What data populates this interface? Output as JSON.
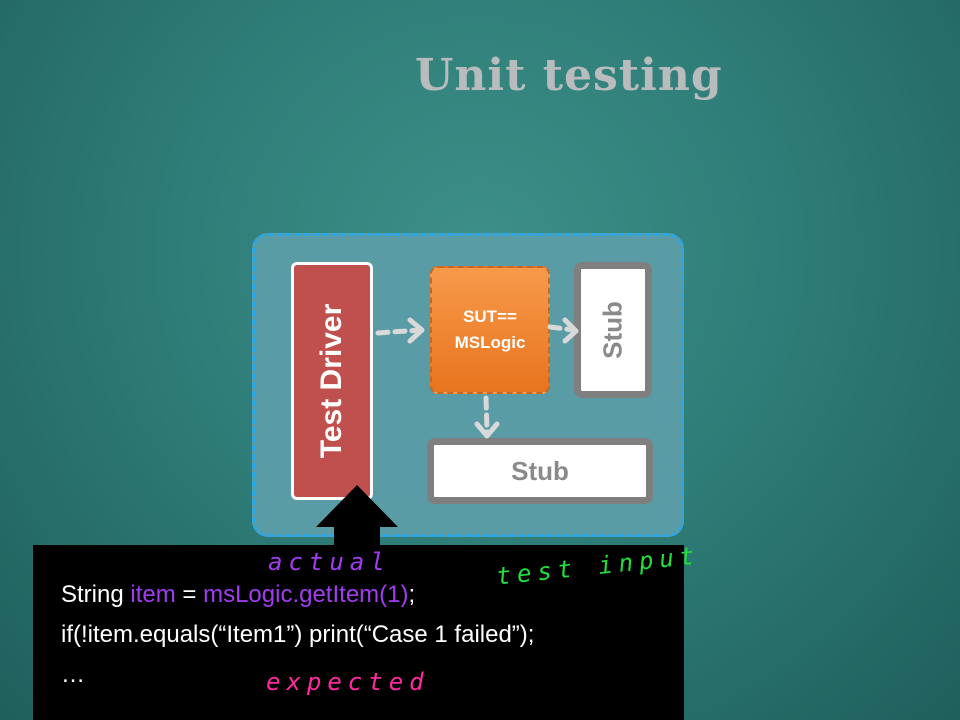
{
  "slide": {
    "title": "Unit testing"
  },
  "diagram": {
    "test_driver": "Test Driver",
    "sut_line1": "SUT==",
    "sut_line2": "MSLogic",
    "stub_right": "Stub",
    "stub_bottom": "Stub"
  },
  "code": {
    "line1_prefix": "String ",
    "line1_var": "item",
    "line1_eq": " = ",
    "line1_call": "msLogic.getItem(1)",
    "line1_end": ";",
    "line2": "if(!item.equals(“Item1”) print(“Case 1 failed”);",
    "line3": "…"
  },
  "annotations": {
    "actual": "actual",
    "test_input": "test input",
    "expected": "expected"
  },
  "colors": {
    "driver": "#c0504d",
    "sut": "#f08a35",
    "stub_border": "#7f7f7f",
    "panel": "#5a9ca6",
    "panel_border": "#2aa7e6",
    "code_purple": "#a13cf0",
    "actual_ink": "#a13cf0",
    "test_input_ink": "#22e03a",
    "expected_ink": "#ff2aa0"
  }
}
